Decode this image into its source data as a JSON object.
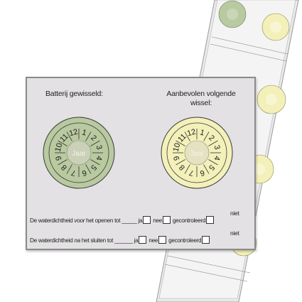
{
  "card": {
    "left_label": "Batterij gewisseld:",
    "right_label_line1": "Aanbevolen volgende",
    "right_label_line2": "wissel:",
    "dial_center": "Jaar",
    "dial_numbers": [
      "1",
      "2",
      "3",
      "4",
      "5",
      "6",
      "7",
      "8",
      "9",
      "10",
      "11",
      "12"
    ],
    "colors": {
      "left_dial": "#b9c9a0",
      "right_dial": "#f3f0b9",
      "card": "#e3e1e3"
    },
    "rows": [
      {
        "text_pre": "De waterdichtheid ",
        "text_em": "voor",
        "text_post": " het openen tot",
        "ja": "ja",
        "nee": "nee",
        "niet": "niet",
        "gecontroleerd": "gecontroleerd"
      },
      {
        "text_pre": "De waterdichtheid ",
        "text_em": "na",
        "text_post": " het sluiten tot",
        "ja": "ja",
        "nee": "nee",
        "niet": "niet",
        "gecontroleerd": "gecontroleerd"
      }
    ]
  }
}
